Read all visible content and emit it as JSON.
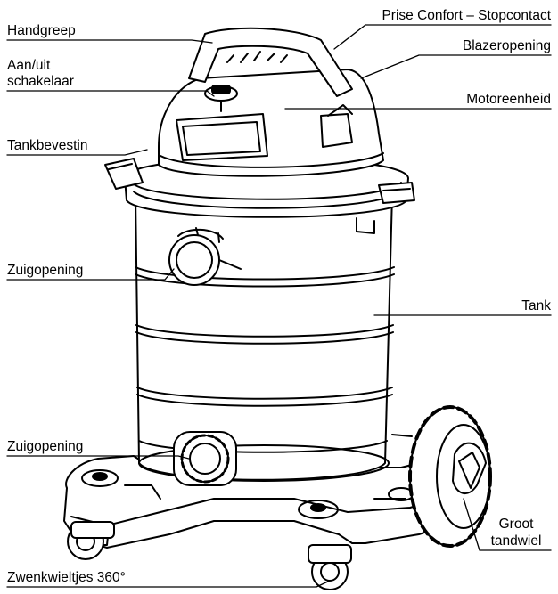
{
  "labels": {
    "handgreep": "Handgreep",
    "prise": "Prise Confort – Stopcontact",
    "blazeropening": "Blazeropening",
    "aanuit_line1": "Aan/uit",
    "aanuit_line2": "schakelaar",
    "motoreenheid": "Motoreenheid",
    "tankbevestin": "Tankbevestin",
    "zuigopening_top": "Zuigopening",
    "tank": "Tank",
    "zuigopening_bottom": "Zuigopening",
    "groot_line1": "Groot",
    "groot_line2": "tandwiel",
    "zwenkwieltjes": "Zwenkwieltjes 360°"
  }
}
